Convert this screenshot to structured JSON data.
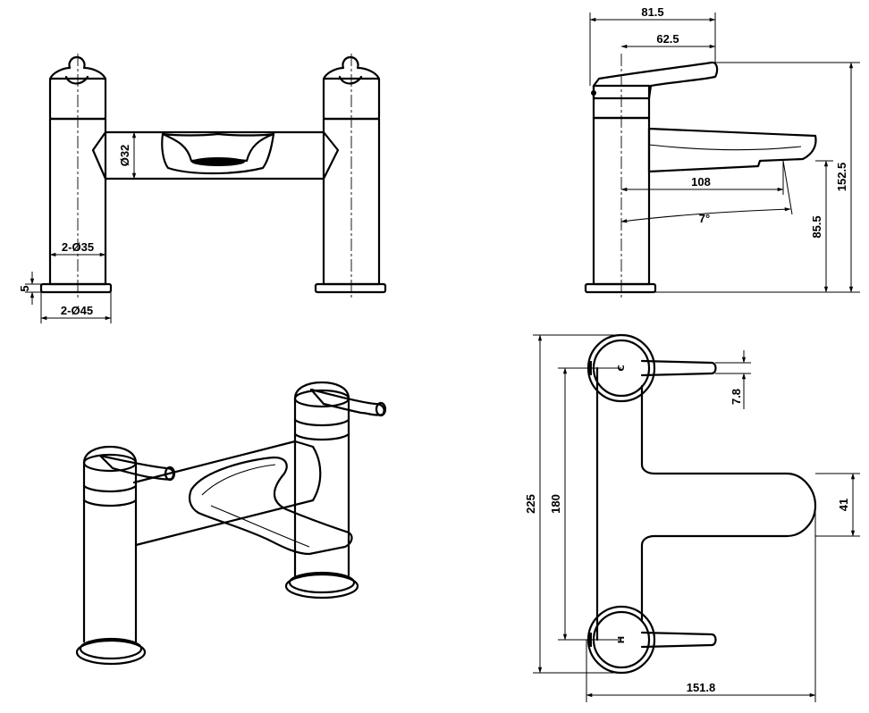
{
  "front_view": {
    "dim_body_diameter": "Ø32",
    "dim_pillar_diameter": "2-Ø35",
    "dim_base_diameter": "2-Ø45",
    "dim_base_height": "5"
  },
  "side_view": {
    "dim_lever_reach": "81.5",
    "dim_lever_length": "62.5",
    "dim_spout_reach": "108",
    "dim_angle": "7°",
    "dim_total_height": "152.5",
    "dim_spout_height": "85.5"
  },
  "plan_view": {
    "dim_lever_width": "7.8",
    "dim_spout_width": "41",
    "dim_total_length": "225",
    "dim_centres": "180",
    "dim_total_depth": "151.8",
    "cold_label": "C",
    "hot_label": "H"
  }
}
